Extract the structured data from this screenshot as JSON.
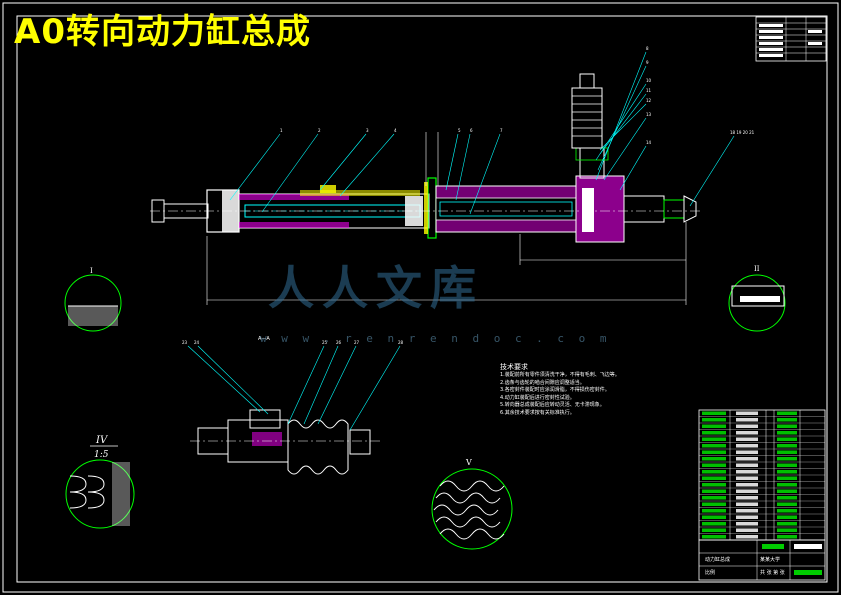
{
  "title": "A0转向动力缸总成",
  "watermark": {
    "text": "人人文库",
    "url": "w w w . r e n r e n d o c . c o m"
  },
  "section_labels": {
    "detail_I": "I",
    "detail_II": "II",
    "detail_IV": "IV",
    "detail_IV_scale": "1:5",
    "detail_V": "V",
    "section_A": "A—A"
  },
  "part_numbers_top": [
    "1",
    "2",
    "3",
    "4",
    "5",
    "6",
    "7",
    "8",
    "9",
    "10",
    "11",
    "12",
    "13",
    "14"
  ],
  "part_numbers_right": [
    "18 19 20 21"
  ],
  "part_numbers_bottom": [
    "23",
    "24",
    "25",
    "26",
    "27",
    "28"
  ],
  "tech_requirements": {
    "title": "技术要求",
    "items": [
      "1.装配前所有零件须清洗干净，不得有毛刺、飞边等。",
      "2.齿条与齿轮的啮合间隙应调整适当。",
      "3.各密封件装配时应涂润滑脂，不得损伤密封件。",
      "4.动力缸装配后进行密封性试验。",
      "5.转向器总成装配后应转动灵活、无卡滞现象。",
      "6.其余技术要求按有关标准执行。"
    ]
  },
  "title_block": {
    "drawing_name": "动力缸总成",
    "company": "某某大学",
    "scale_label": "比例",
    "sheet_label": "共 张 第 张"
  },
  "colors": {
    "background": "#000000",
    "outline": "#ffffff",
    "green": "#00ff00",
    "cyan": "#00ffff",
    "magenta": "#ff00ff",
    "yellow": "#ffff00",
    "title": "#ffff00"
  }
}
